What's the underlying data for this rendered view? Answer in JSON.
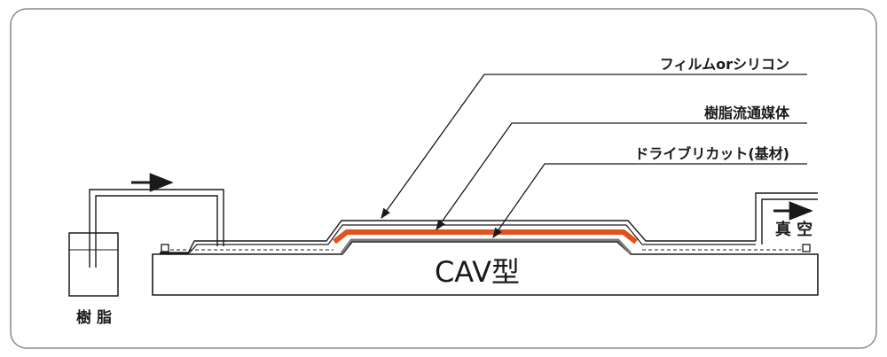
{
  "labels": {
    "film": "フィルムorシリコン",
    "resin_media": "樹脂流通媒体",
    "peel_ply": "ドライブリカット(基材)",
    "mold": "CAV型",
    "resin": "樹 脂",
    "vacuum": "真 空"
  },
  "colors": {
    "line": "#1a1a1a",
    "frame": "#777777",
    "resin_layer": "#e0531f",
    "mold_fill": "#ffffff"
  }
}
